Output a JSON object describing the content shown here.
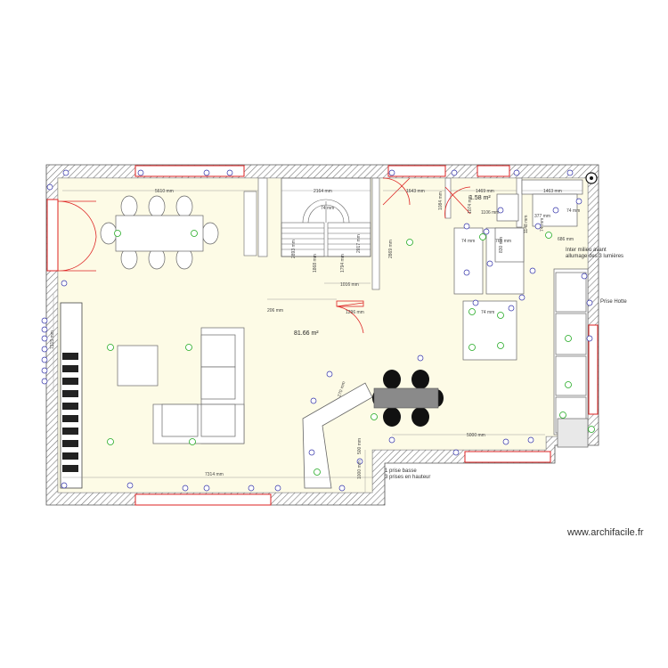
{
  "brand": "www.archifacile.fr",
  "areas": {
    "main": "81.66 m²",
    "small": "1.58 m²"
  },
  "notes": {
    "inter_line1": "Inter milieu avant",
    "inter_line2": "allumage des 3 lumières",
    "hotte": "Prise Hotte",
    "prise_basse": "1 prise basse",
    "prises_hauteur": "3 prises en hauteur"
  },
  "dimensions": {
    "top_left": "5610 mm",
    "stair_width": "2164 mm",
    "top_mid": "1643 mm",
    "top_right": "1469 mm",
    "top_far": "1463 mm",
    "stair_h1": "2893 mm",
    "stair_h2": "1868 mm",
    "stair_h3": "1794 mm",
    "stair_h4": "2017 mm",
    "door_h": "2869 mm",
    "landing": "74 mm",
    "stair_base": "1016 mm",
    "wall_206": "206 mm",
    "door_1296": "1296 mm",
    "v_1074": "1074 mm",
    "v_1084": "1084 mm",
    "v_1148": "1148 mm",
    "v_1106": "1106 mm",
    "v_377": "377 mm",
    "v_74a": "74 mm",
    "v_74b": "74 mm",
    "v_74c": "74 mm",
    "v_74d": "74 mm",
    "v_761": "761 mm",
    "v_830": "830 mm",
    "v_686": "686 mm",
    "left_side": "7315 mm",
    "bottom_left": "7314 mm",
    "bottom_right": "5000 mm",
    "bar": "270 mm",
    "v_1000": "1000 mm",
    "v_500": "500 mm"
  }
}
